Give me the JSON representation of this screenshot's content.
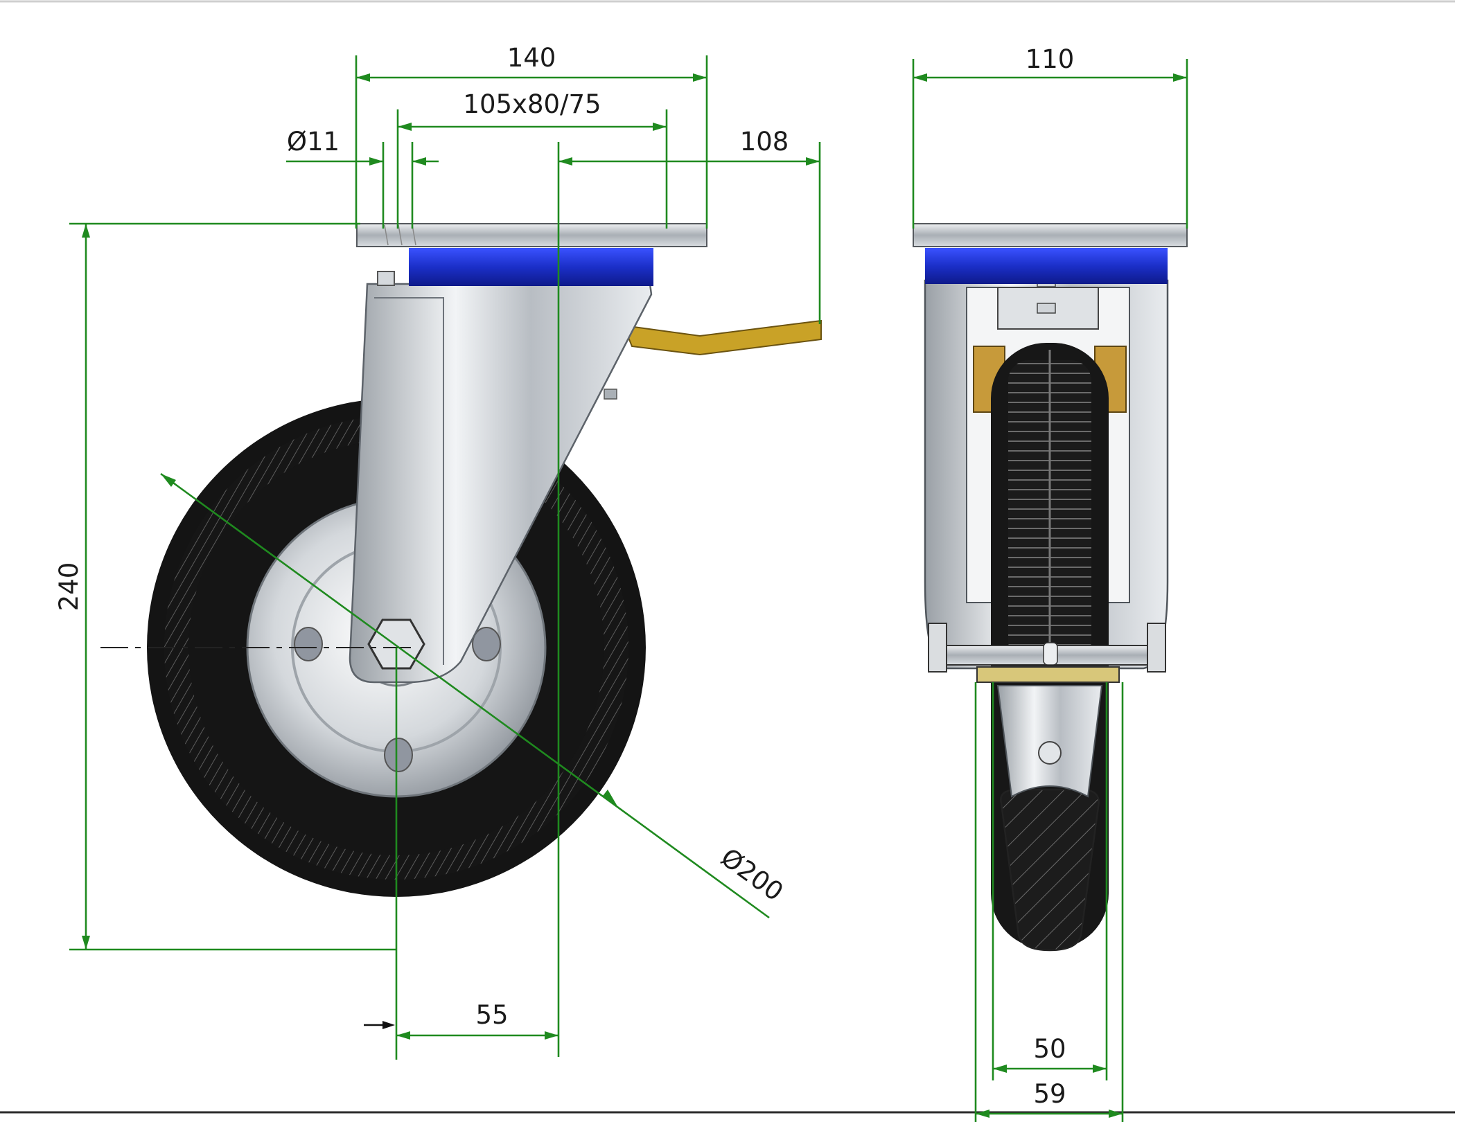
{
  "drawing_title": "",
  "colors": {
    "dimension_line": "#1f8a1f",
    "swivel_bearing": "#1b2fc8",
    "brake_lever": "#c9a227",
    "tyre": "#161616",
    "steel": "#c9cdd2",
    "background": "#ffffff"
  },
  "dimensions": {
    "plate_width": "140",
    "bolt_pattern": "105x80/75",
    "bolt_hole": "Ø11",
    "brake_offset": "108",
    "overall_height": "240",
    "wheel_diameter": "Ø200",
    "swivel_offset": "55",
    "side_plate_width": "110",
    "tread_width": "50",
    "hub_length": "59"
  },
  "views": [
    "front-view",
    "side-view"
  ]
}
